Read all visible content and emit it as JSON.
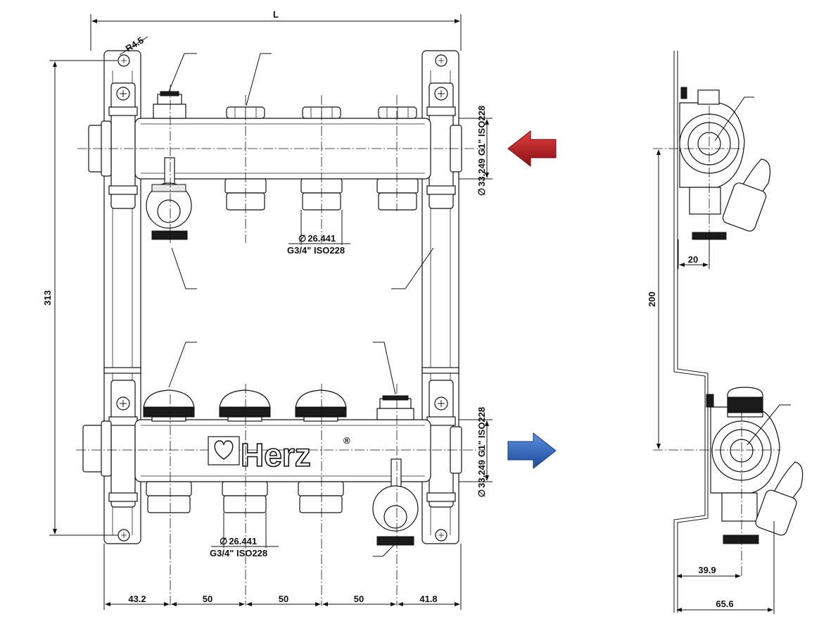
{
  "dimensions": {
    "overall_length": "L",
    "radius": "R4.5",
    "height_313": "313",
    "thread_top": "G1\" ISO228",
    "dia_top": "33.249",
    "thread_bottom": "G1\" ISO228",
    "dia_bottom": "33.249",
    "outlet_dia_top": "26.441",
    "outlet_thread_top": "G3/4\" ISO228",
    "outlet_dia_bottom": "26.441",
    "outlet_thread_bottom": "G3/4\" ISO228",
    "bottom_spacing": [
      "43.2",
      "50",
      "50",
      "50",
      "41.8"
    ],
    "side_offset_20": "20",
    "side_height_200": "200",
    "side_39_9": "39.9",
    "side_65_6": "65.6"
  },
  "brand": {
    "logo_text": "Herz",
    "registered": "®"
  },
  "flow_arrows": {
    "supply_color": "#c0202a",
    "return_color": "#3a6fc4"
  },
  "symbols": {
    "diameter": "∅"
  }
}
